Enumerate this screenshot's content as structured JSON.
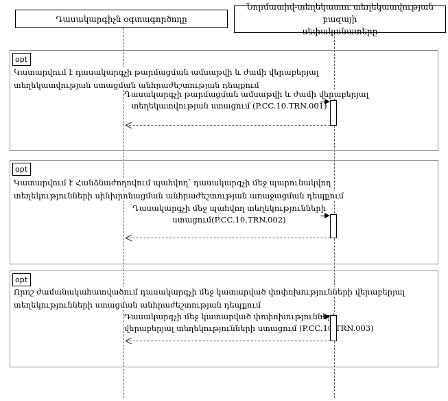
{
  "colors": {
    "line": "#000000",
    "frame": "#8c8c8c"
  },
  "actors": [
    {
      "label": "Դասակարգիչն օգտագործողը"
    },
    {
      "label_line1": "Նորմատիվ-տեղեկատու տեղեկատվության բազայի",
      "label_line2": "սեփականատերը"
    }
  ],
  "fragments": [
    {
      "operator": "opt",
      "guard": [
        "Կատարվում է դասակարգչի թարմացման ամսաթվի և ժամի վերաբերյալ",
        "տեղեկատվության ստացման անհրաժեշտության դեպքում"
      ],
      "message": [
        "Դասակարգչի թարմացման ամսաթվի և ժամի վերաբերյալ",
        "տեղեկատվության ստացում (P.CC.10.TRN.001)"
      ]
    },
    {
      "operator": "opt",
      "guard": [
        "Կատարվում է Հանձնաժողովում պահվող՝ դասակարգչի մեջ պարունակվող",
        "տեղեկությունների սինխրոնացման անհրաժեշտության առաջացման դեպքում"
      ],
      "message": [
        "Դասակարգչի մեջ պահվող տեղեկությունների",
        "ստացում(P.CC.10.TRN.002)"
      ]
    },
    {
      "operator": "opt",
      "guard": [
        "Որոշ ժամանակահատվածում դասակարգչի մեջ կատարված փոփոխությունների վերաբերյալ",
        "տեղեկությունների ստացման անհրաժեշտության դեպքում"
      ],
      "message": [
        "Դասակարգչի մեջ կատարված փոփոխությունների",
        "վերաբերյալ տեղեկությունների ստացում (P.CC.10.TRN.003)"
      ]
    }
  ]
}
